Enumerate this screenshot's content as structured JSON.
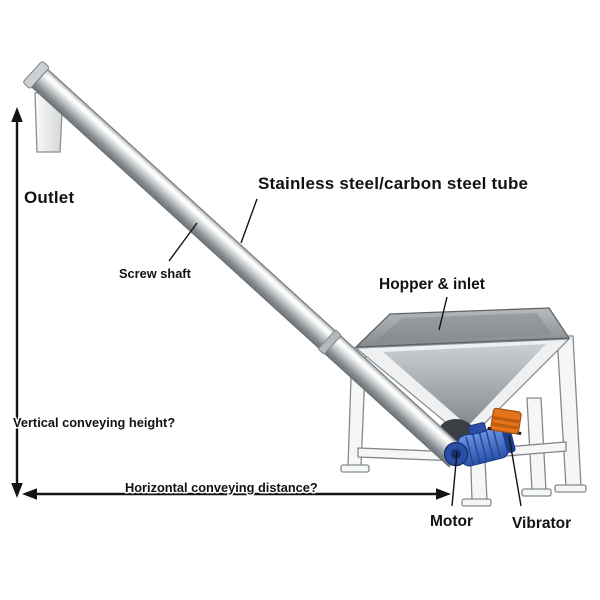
{
  "figure": {
    "labels": {
      "outlet": "Outlet",
      "tube": "Stainless steel/carbon steel tube",
      "screw_shaft": "Screw shaft",
      "hopper_inlet": "Hopper & inlet",
      "vertical_height": "Vertical conveying height?",
      "horizontal_distance": "Horizontal conveying distance?",
      "motor": "Motor",
      "vibrator": "Vibrator"
    },
    "colors": {
      "line": "#141414",
      "motor_blue": "#2c4fa5",
      "motor_blue_dark": "#16306b",
      "vibrator_orange": "#e4731c",
      "steel_light": "#f2f3f4",
      "steel_mid": "#b9bdc0",
      "steel_dark": "#83888c"
    }
  }
}
